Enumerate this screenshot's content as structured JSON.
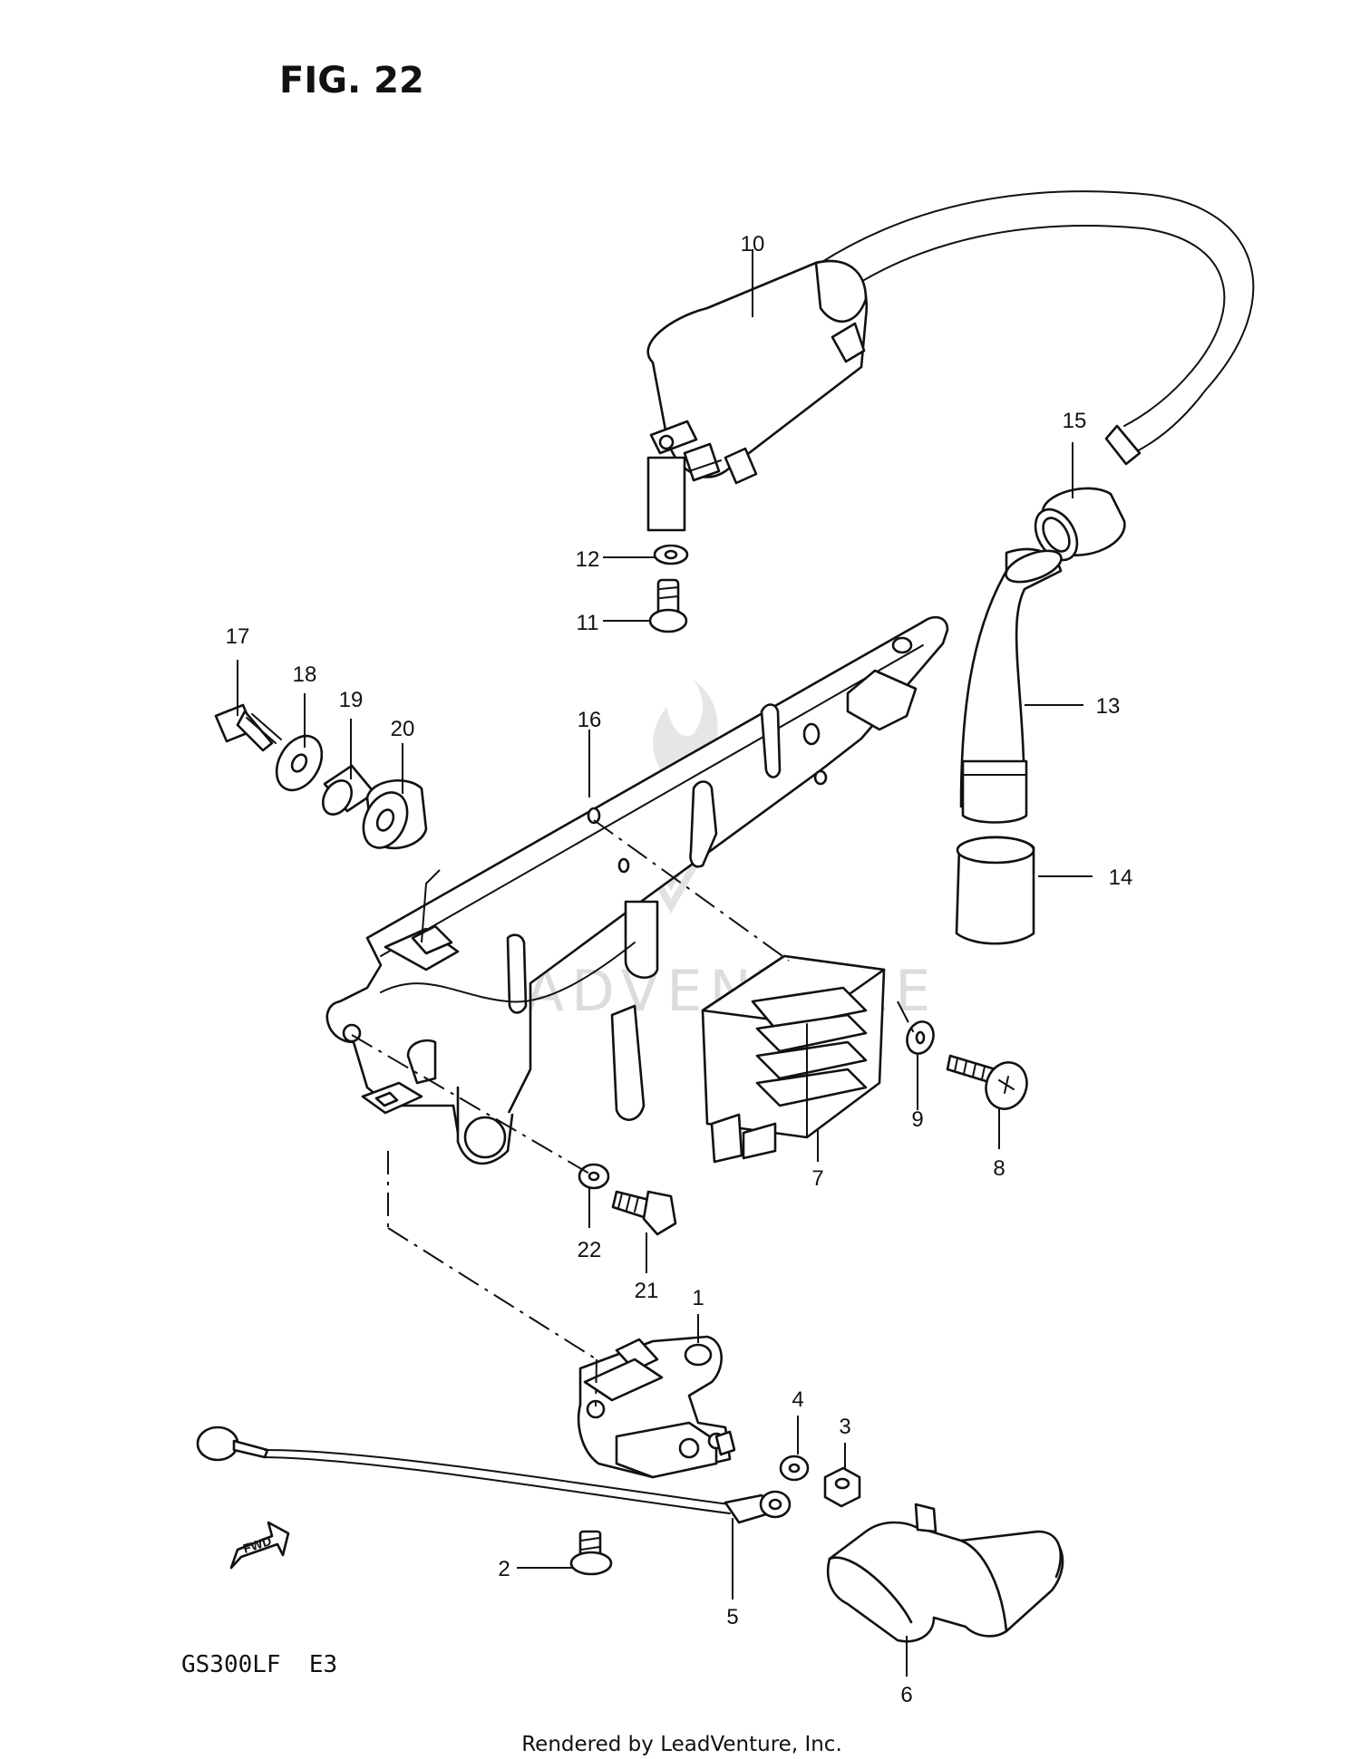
{
  "figure": {
    "title": "FIG. 22",
    "model_code": "GS300LF  E3",
    "footer": "Rendered by LeadVenture, Inc.",
    "watermark_text": "LEADVENTURE",
    "fwd_label": "FWD"
  },
  "callouts": [
    {
      "id": "1",
      "label": "1"
    },
    {
      "id": "2",
      "label": "2"
    },
    {
      "id": "3",
      "label": "3"
    },
    {
      "id": "4",
      "label": "4"
    },
    {
      "id": "5",
      "label": "5"
    },
    {
      "id": "6",
      "label": "6"
    },
    {
      "id": "7",
      "label": "7"
    },
    {
      "id": "8",
      "label": "8"
    },
    {
      "id": "9",
      "label": "9"
    },
    {
      "id": "10",
      "label": "10"
    },
    {
      "id": "11",
      "label": "11"
    },
    {
      "id": "12",
      "label": "12"
    },
    {
      "id": "13",
      "label": "13"
    },
    {
      "id": "14",
      "label": "14"
    },
    {
      "id": "15",
      "label": "15"
    },
    {
      "id": "16",
      "label": "16"
    },
    {
      "id": "17",
      "label": "17"
    },
    {
      "id": "18",
      "label": "18"
    },
    {
      "id": "19",
      "label": "19"
    },
    {
      "id": "20",
      "label": "20"
    },
    {
      "id": "21",
      "label": "21"
    },
    {
      "id": "22",
      "label": "22"
    }
  ],
  "colors": {
    "ink": "#111111",
    "background": "#ffffff",
    "watermark": "#dcdcdc"
  }
}
